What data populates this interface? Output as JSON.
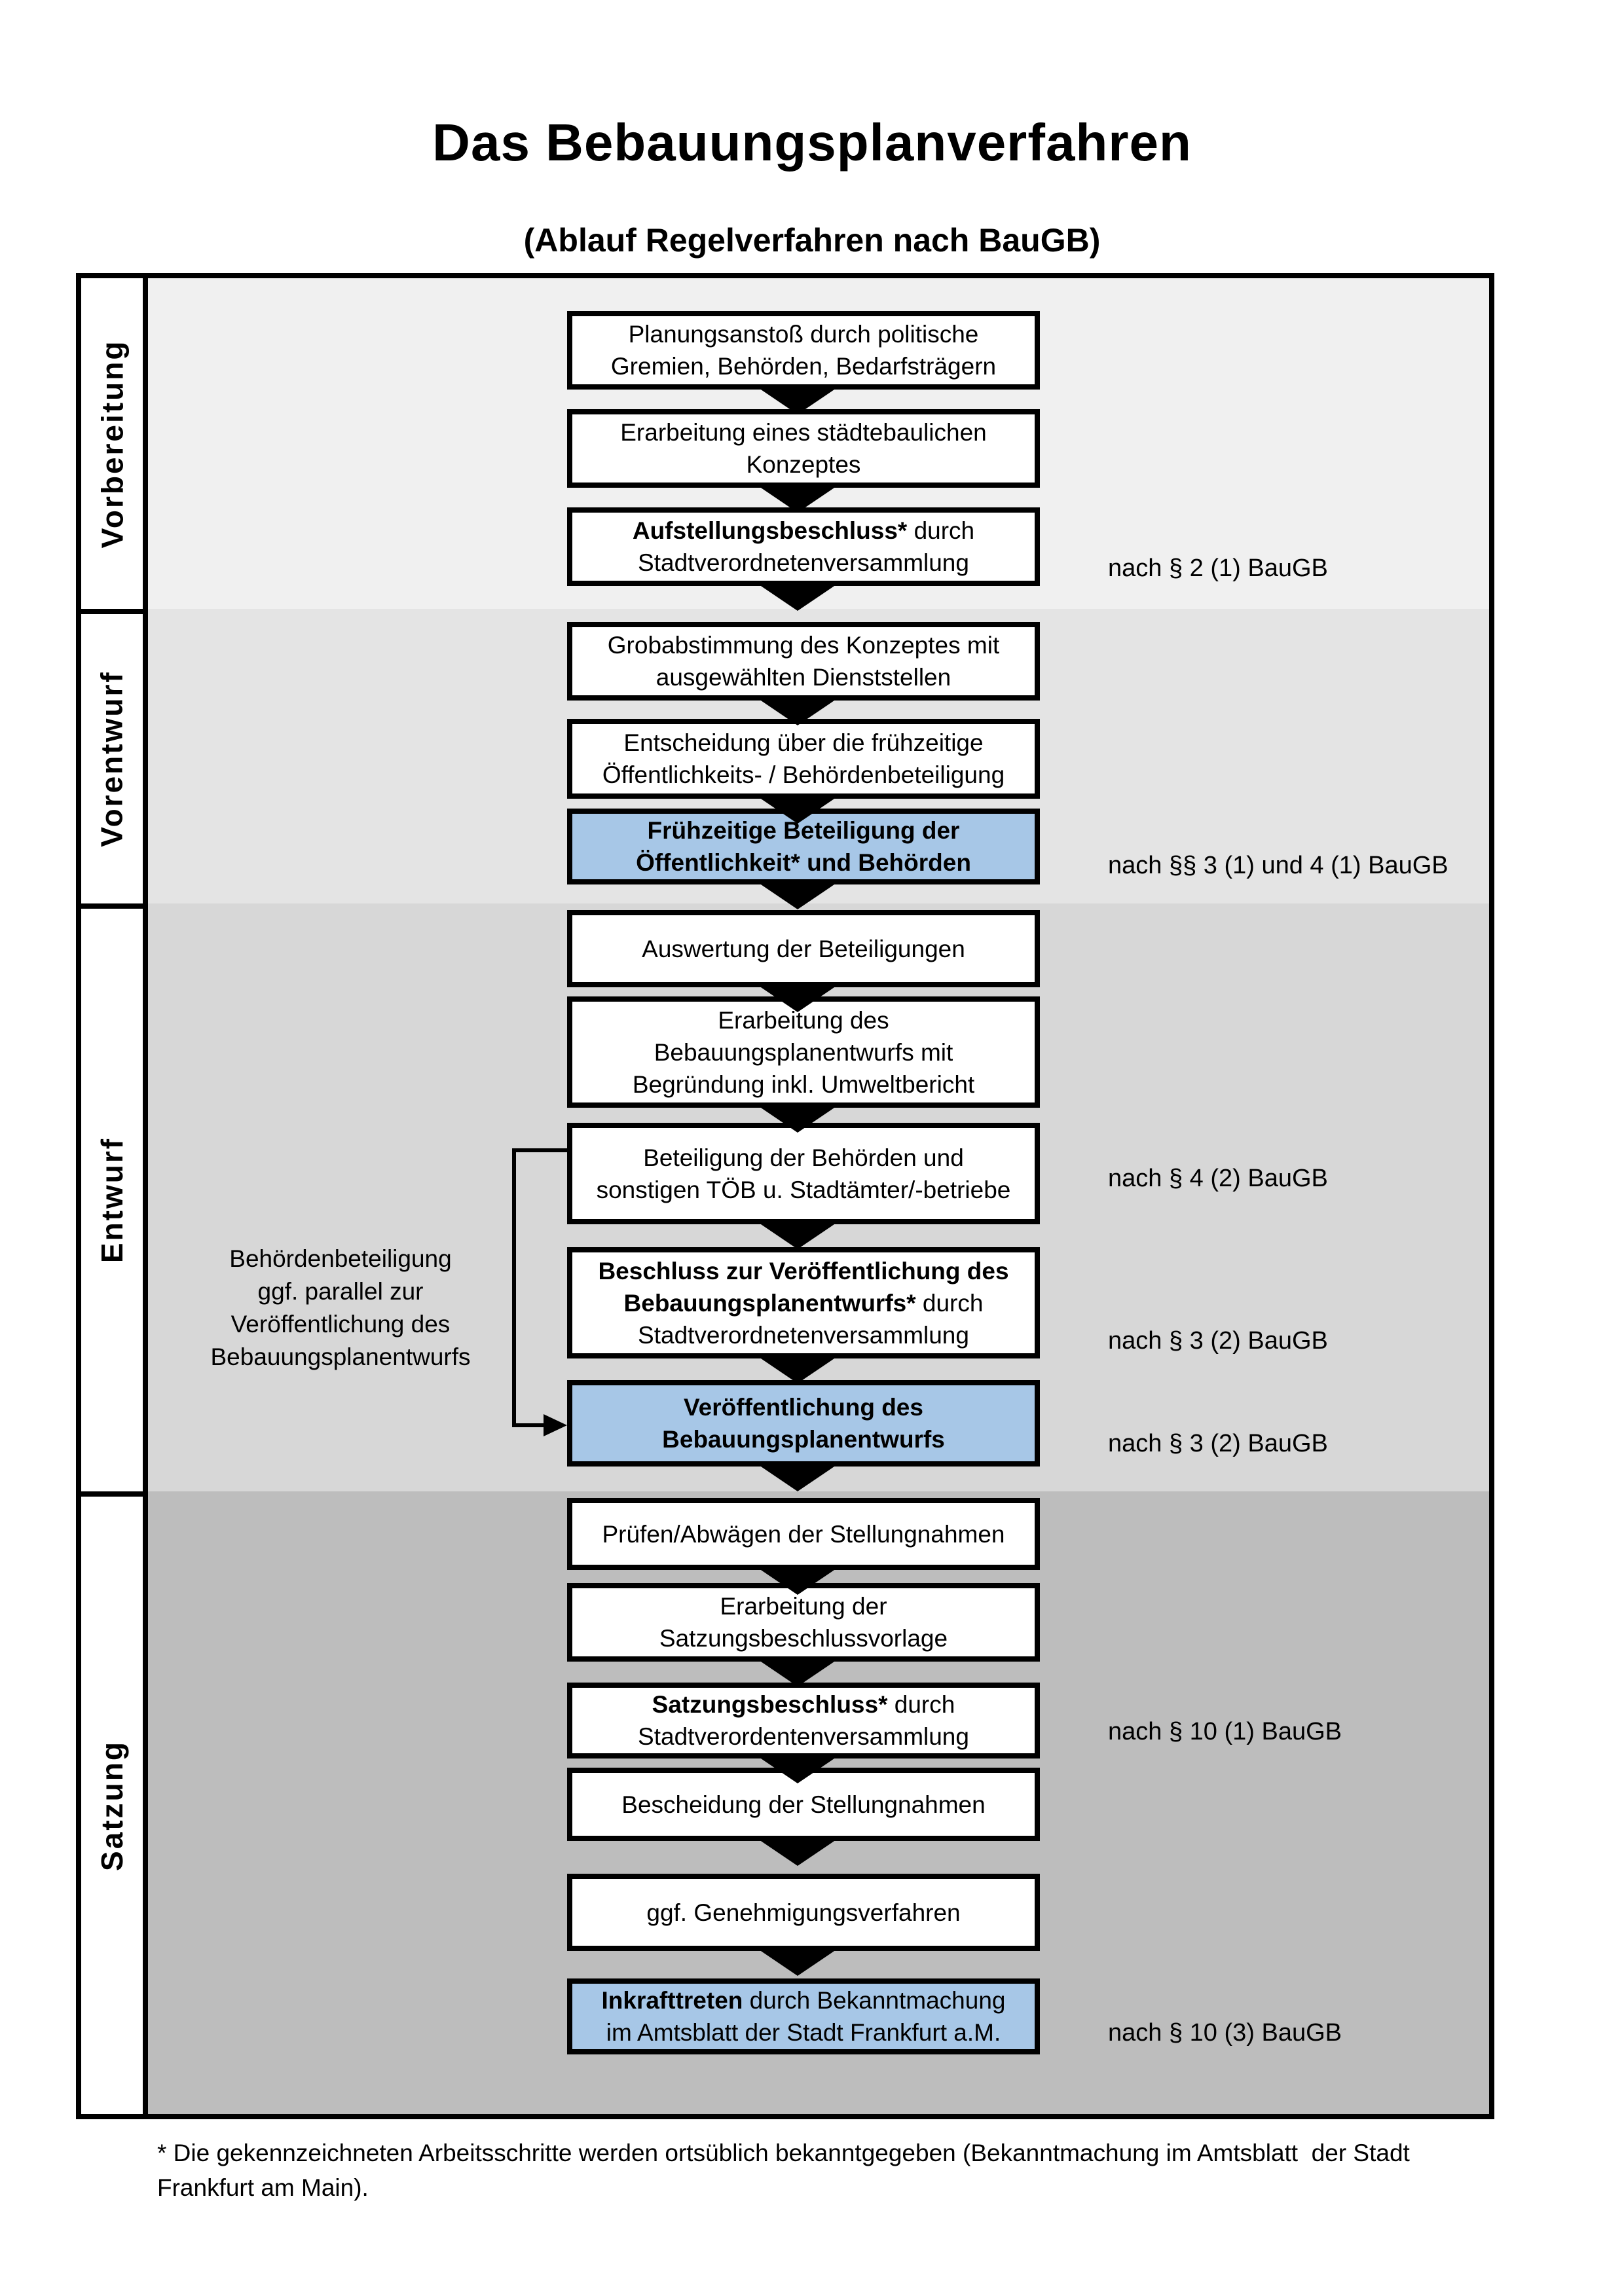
{
  "header": {
    "title": "Das Bebauungsplanverfahren",
    "subtitle": "(Ablauf Regelverfahren nach BauGB)"
  },
  "sidebar": {
    "phases": [
      {
        "label": "Vorbereitung"
      },
      {
        "label": "Vorentwurf"
      },
      {
        "label": "Entwurf"
      },
      {
        "label": "Satzung"
      }
    ]
  },
  "flow": {
    "boxes": [
      {
        "style": "plain",
        "lines": [
          [
            {
              "t": "Planungsanstoß durch politische",
              "b": false
            }
          ],
          [
            {
              "t": "Gremien, Behörden, Bedarfsträgern",
              "b": false
            }
          ]
        ]
      },
      {
        "style": "plain",
        "lines": [
          [
            {
              "t": "Erarbeitung eines städtebaulichen",
              "b": false
            }
          ],
          [
            {
              "t": "Konzeptes",
              "b": false
            }
          ]
        ]
      },
      {
        "style": "plain",
        "lines": [
          [
            {
              "t": "Aufstellungsbeschluss*",
              "b": true
            },
            {
              "t": " durch",
              "b": false
            }
          ],
          [
            {
              "t": "Stadtverordnetenversammlung",
              "b": false
            }
          ]
        ]
      },
      {
        "style": "plain",
        "lines": [
          [
            {
              "t": "Grobabstimmung des Konzeptes mit",
              "b": false
            }
          ],
          [
            {
              "t": "ausgewählten Dienststellen",
              "b": false
            }
          ]
        ]
      },
      {
        "style": "plain",
        "lines": [
          [
            {
              "t": "Entscheidung über die frühzeitige",
              "b": false
            }
          ],
          [
            {
              "t": "Öffentlichkeits- / Behördenbeteiligung",
              "b": false
            }
          ]
        ]
      },
      {
        "style": "highlight",
        "lines": [
          [
            {
              "t": "Frühzeitige Beteiligung der",
              "b": true
            }
          ],
          [
            {
              "t": "Öffentlichkeit* und Behörden",
              "b": true
            }
          ]
        ]
      },
      {
        "style": "plain",
        "lines": [
          [
            {
              "t": "Auswertung der Beteiligungen",
              "b": false
            }
          ]
        ]
      },
      {
        "style": "plain",
        "lines": [
          [
            {
              "t": "Erarbeitung des",
              "b": false
            }
          ],
          [
            {
              "t": "Bebauungsplanentwurfs mit",
              "b": false
            }
          ],
          [
            {
              "t": "Begründung inkl. Umweltbericht",
              "b": false
            }
          ]
        ]
      },
      {
        "style": "plain",
        "lines": [
          [
            {
              "t": "Beteiligung der Behörden und",
              "b": false
            }
          ],
          [
            {
              "t": "sonstigen TÖB u. Stadtämter/-betriebe",
              "b": false
            }
          ]
        ]
      },
      {
        "style": "plain",
        "lines": [
          [
            {
              "t": "Beschluss zur Veröffentlichung des",
              "b": true
            }
          ],
          [
            {
              "t": "Bebauungsplanentwurfs*",
              "b": true
            },
            {
              "t": " durch",
              "b": false
            }
          ],
          [
            {
              "t": "Stadtverordnetenversammlung",
              "b": false
            }
          ]
        ]
      },
      {
        "style": "highlight",
        "lines": [
          [
            {
              "t": "Veröffentlichung des",
              "b": true
            }
          ],
          [
            {
              "t": "Bebauungsplanentwurfs",
              "b": true
            }
          ]
        ]
      },
      {
        "style": "plain",
        "lines": [
          [
            {
              "t": "Prüfen/Abwägen der Stellungnahmen",
              "b": false
            }
          ]
        ]
      },
      {
        "style": "plain",
        "lines": [
          [
            {
              "t": "Erarbeitung der",
              "b": false
            }
          ],
          [
            {
              "t": "Satzungsbeschlussvorlage",
              "b": false
            }
          ]
        ]
      },
      {
        "style": "plain",
        "lines": [
          [
            {
              "t": "Satzungsbeschluss*",
              "b": true
            },
            {
              "t": " durch",
              "b": false
            }
          ],
          [
            {
              "t": "Stadtverordentenversammlung",
              "b": false
            }
          ]
        ]
      },
      {
        "style": "plain",
        "lines": [
          [
            {
              "t": "Bescheidung der Stellungnahmen",
              "b": false
            }
          ]
        ]
      },
      {
        "style": "plain",
        "lines": [
          [
            {
              "t": "ggf. Genehmigungsverfahren",
              "b": false
            }
          ]
        ]
      },
      {
        "style": "highlight",
        "lines": [
          [
            {
              "t": "Inkrafttreten",
              "b": true
            },
            {
              "t": " durch Bekanntmachung",
              "b": false
            }
          ],
          [
            {
              "t": "im Amtsblatt der Stadt Frankfurt a.M.",
              "b": false
            }
          ]
        ]
      }
    ]
  },
  "notes": [
    {
      "text": "nach § 2 (1) BauGB"
    },
    {
      "text": "nach §§ 3 (1) und 4 (1) BauGB"
    },
    {
      "text": "nach § 4 (2) BauGB"
    },
    {
      "text": "nach § 3 (2) BauGB"
    },
    {
      "text": "nach § 3 (2) BauGB"
    },
    {
      "text": "nach § 10 (1) BauGB"
    },
    {
      "text": "nach § 10 (3) BauGB"
    }
  ],
  "side_annotation": {
    "lines": [
      "Behördenbeteiligung",
      "ggf. parallel zur",
      "Veröffentlichung des",
      "Bebauungsplanentwurfs"
    ]
  },
  "footer": {
    "line1": "* Die gekennzeichneten Arbeitsschritte werden ortsüblich bekanntgegeben (Bekanntmachung im Amtsblatt  der Stadt",
    "line2": "Frankfurt am Main)."
  },
  "colors": {
    "highlight_box": "#a7c7e7",
    "section_vorbereitung": "#f0f0f0",
    "section_vorentwurf": "#e4e4e4",
    "section_entwurf": "#d7d7d7",
    "section_satzung": "#bdbdbd"
  }
}
